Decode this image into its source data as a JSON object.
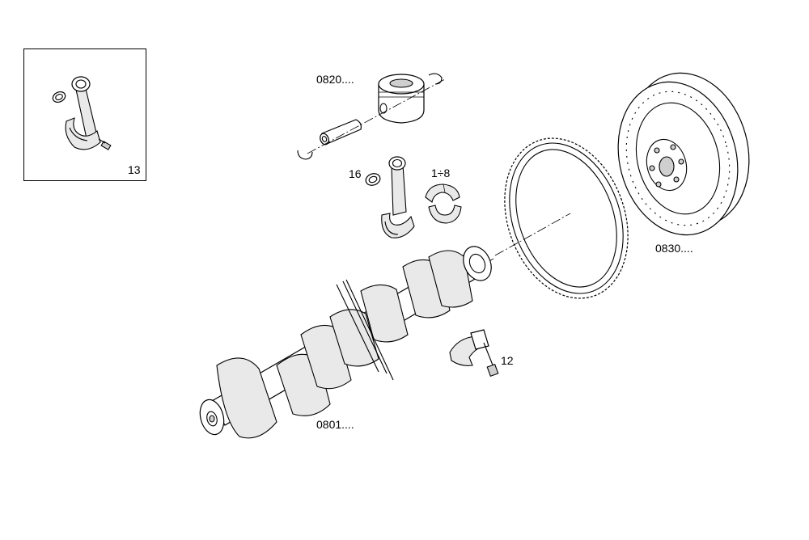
{
  "callouts": {
    "inset": "13",
    "piston": "0820....",
    "rod_bush": "16",
    "bearings": "1÷8",
    "flywheel": "0830....",
    "bolt": "12",
    "crankshaft": "0801...."
  },
  "icons": {
    "inset_rod": "connecting-rod-icon",
    "piston": "piston-icon",
    "pin": "piston-pin-icon",
    "ring_gear": "ring-gear-icon",
    "flywheel": "flywheel-icon",
    "crankshaft": "crankshaft-icon",
    "bearing": "main-bearing-cap-icon",
    "bolt": "bolt-icon"
  }
}
